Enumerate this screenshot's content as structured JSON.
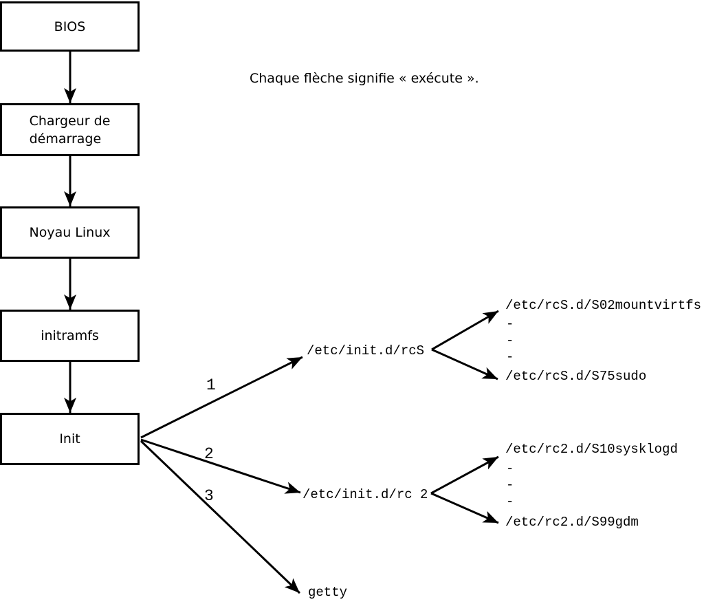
{
  "note": "Chaque flèche signifie « exécute ».",
  "boxes": [
    {
      "label": "BIOS"
    },
    {
      "label": "Chargeur de\ndémarrage"
    },
    {
      "label": "Noyau Linux"
    },
    {
      "label": "initramfs"
    },
    {
      "label": "Init"
    }
  ],
  "arrow_labels": [
    "1",
    "2",
    "3"
  ],
  "targets": {
    "rcS": "/etc/init.d/rcS",
    "rc2": "/etc/init.d/rc 2",
    "getty": "getty"
  },
  "rcS_children": {
    "first": "/etc/rcS.d/S02mountvirtfs",
    "dots": "-\n-\n-",
    "last": "/etc/rcS.d/S75sudo"
  },
  "rc2_children": {
    "first": "/etc/rc2.d/S10sysklogd",
    "dots": "-\n-\n-",
    "last": "/etc/rc2.d/S99gdm"
  },
  "colors": {
    "line": "#000000",
    "background": "#ffffff"
  }
}
